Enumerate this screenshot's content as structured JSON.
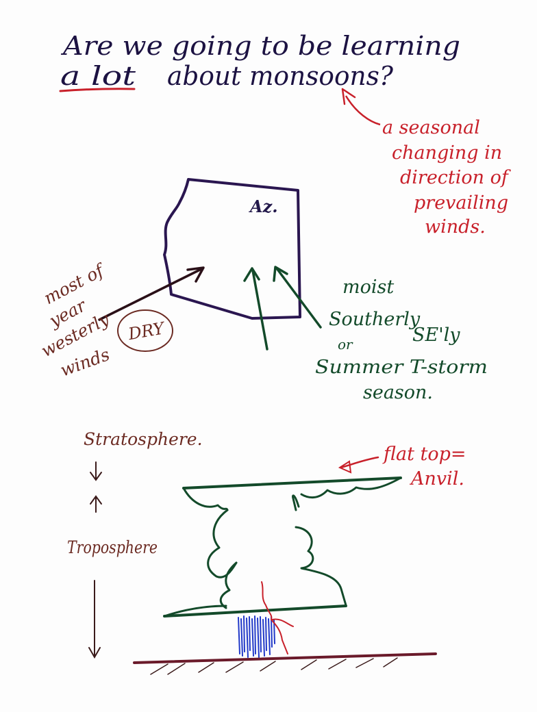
{
  "question": {
    "line1": "Are we going to be learning",
    "line2_underlined": "a lot",
    "line2_rest": "about monsoons?"
  },
  "definition": {
    "lines": [
      "a seasonal",
      "changing in",
      "direction of",
      "prevailing",
      "winds."
    ]
  },
  "map": {
    "state_label": "Az."
  },
  "westerly": {
    "lines": [
      "most of",
      "year",
      "westerly",
      "winds"
    ],
    "dry_label": "DRY"
  },
  "southerly": {
    "moist": "moist",
    "southerly": "Southerly",
    "or": "or",
    "se": "SE'ly",
    "summer": "Summer T-storm",
    "season": "season."
  },
  "thunderstorm": {
    "stratosphere": "Stratosphere.",
    "troposphere": "Troposphere",
    "flat_top_line1": "flat top=",
    "flat_top_line2": "Anvil."
  },
  "colors": {
    "navy_ink": "#1c1242",
    "red_ink": "#c8202a",
    "brown_ink": "#6b2a22",
    "green_ink": "#134a2a",
    "rain_blue": "#2038c8",
    "ground_maroon": "#6a1a2a"
  }
}
